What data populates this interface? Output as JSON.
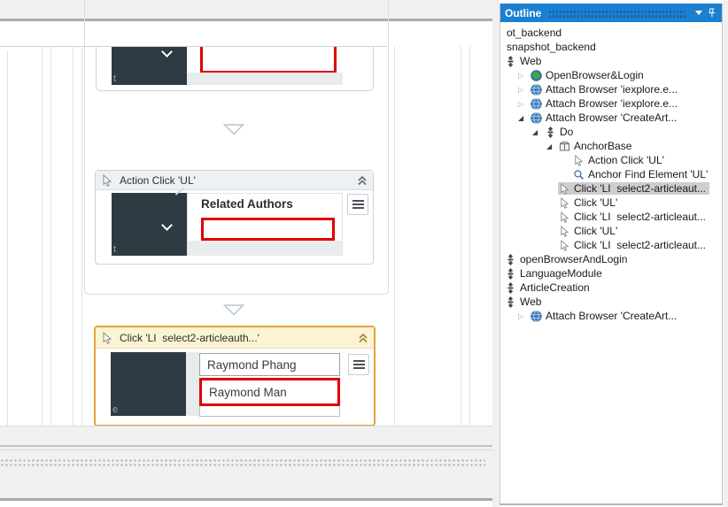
{
  "outline_panel": {
    "title": "Outline",
    "tree": [
      {
        "label": "ot_backend",
        "level": 0,
        "icon": null,
        "expander": null
      },
      {
        "label": "snapshot_backend",
        "level": 0,
        "icon": null,
        "expander": null
      },
      {
        "label": "Web",
        "level": 0,
        "icon": "sequence",
        "expander": null
      },
      {
        "label": "OpenBrowser&Login",
        "level": 1,
        "icon": "globe-green",
        "expander": "collapsed"
      },
      {
        "label": "Attach Browser 'iexplore.e...",
        "level": 1,
        "icon": "globe",
        "expander": "collapsed"
      },
      {
        "label": "Attach Browser 'iexplore.e...",
        "level": 1,
        "icon": "globe",
        "expander": "collapsed"
      },
      {
        "label": "Attach Browser 'CreateArt...",
        "level": 1,
        "icon": "globe",
        "expander": "expanded"
      },
      {
        "label": "Do",
        "level": 2,
        "icon": "sequence",
        "expander": "expanded"
      },
      {
        "label": "AnchorBase",
        "level": 3,
        "icon": "anchor-base",
        "expander": "expanded"
      },
      {
        "label": "Action Click 'UL'",
        "level": 4,
        "icon": "cursor",
        "expander": null
      },
      {
        "label": "Anchor Find Element 'UL'",
        "level": 4,
        "icon": "magnifier",
        "expander": null
      },
      {
        "label": "Click 'LI  select2-articleaut...",
        "level": 3,
        "icon": "cursor",
        "expander": null,
        "selected": true
      },
      {
        "label": "Click 'UL'",
        "level": 3,
        "icon": "cursor",
        "expander": null
      },
      {
        "label": "Click 'LI  select2-articleaut...",
        "level": 3,
        "icon": "cursor",
        "expander": null
      },
      {
        "label": "Click 'UL'",
        "level": 3,
        "icon": "cursor",
        "expander": null
      },
      {
        "label": "Click 'LI  select2-articleaut...",
        "level": 3,
        "icon": "cursor",
        "expander": null
      },
      {
        "label": "openBrowserAndLogin",
        "level": 0,
        "icon": "sequence",
        "expander": null
      },
      {
        "label": "LanguageModule",
        "level": 0,
        "icon": "sequence",
        "expander": null
      },
      {
        "label": "ArticleCreation",
        "level": 0,
        "icon": "sequence",
        "expander": null
      },
      {
        "label": "Web",
        "level": 0,
        "icon": "sequence",
        "expander": null
      },
      {
        "label": "Attach Browser 'CreateArt...",
        "level": 1,
        "icon": "globe",
        "expander": "collapsed"
      }
    ]
  },
  "designer": {
    "card_partial": {
      "thumb_letter": "t"
    },
    "card_action_click": {
      "title": "Action Click 'UL'",
      "heading": "Related Authors",
      "thumb_letter": "t"
    },
    "card_click_li": {
      "title": "Click 'LI  select2-articleauth...'",
      "options": [
        "Raymond Phang",
        "Raymond Man"
      ],
      "selected_option": "Raymond Man",
      "thumb_letter": "e"
    }
  },
  "colors": {
    "outline_header_blue": "#1b80d0",
    "tree_selection_gray": "#cecece",
    "card_selected_border": "#e0a43c",
    "highlight_red": "#e00000",
    "thumbnail_dark": "#2f3b42"
  }
}
